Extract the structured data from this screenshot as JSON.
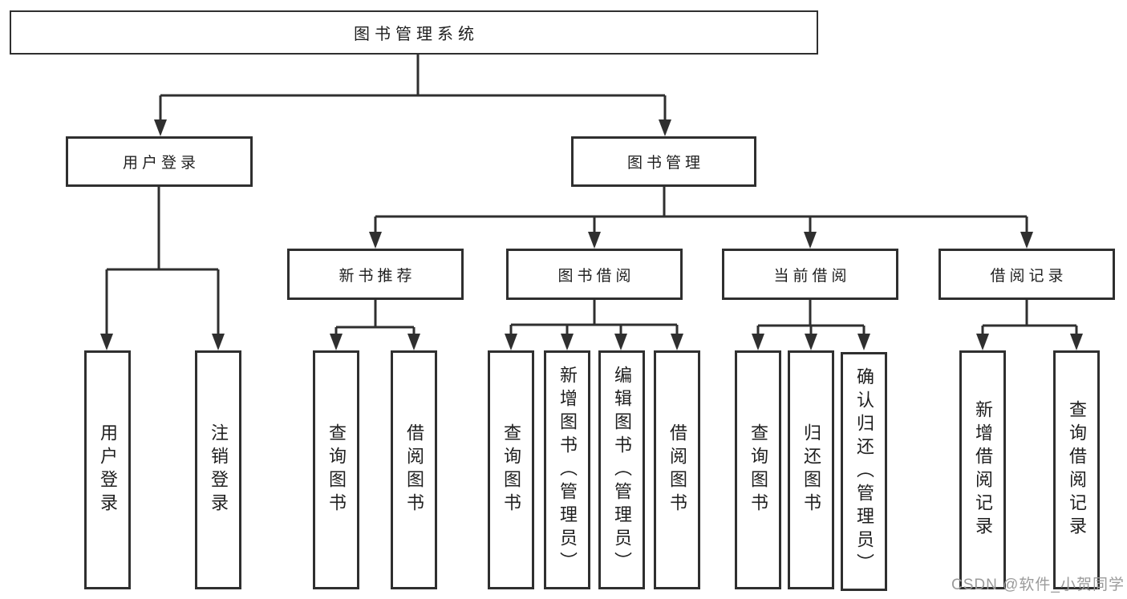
{
  "tree": {
    "root": {
      "label": "图书管理系统"
    },
    "branches": [
      {
        "label": "用户登录",
        "children": [
          {
            "label": "用户登录"
          },
          {
            "label": "注销登录"
          }
        ]
      },
      {
        "label": "图书管理",
        "children": [
          {
            "label": "新书推荐",
            "children": [
              {
                "label": "查询图书"
              },
              {
                "label": "借阅图书"
              }
            ]
          },
          {
            "label": "图书借阅",
            "children": [
              {
                "label": "查询图书"
              },
              {
                "label": "新增图书（管理员）"
              },
              {
                "label": "编辑图书（管理员）"
              },
              {
                "label": "借阅图书"
              }
            ]
          },
          {
            "label": "当前借阅",
            "children": [
              {
                "label": "查询图书"
              },
              {
                "label": "归还图书"
              },
              {
                "label": "确认归还（管理员）"
              }
            ]
          },
          {
            "label": "借阅记录",
            "children": [
              {
                "label": "新增借阅记录"
              },
              {
                "label": "查询借阅记录"
              }
            ]
          }
        ]
      }
    ]
  },
  "watermark": {
    "text": "CSDN @软件_小贺同学"
  },
  "colors": {
    "line": "#2f2f2f",
    "text": "#1f1f1f",
    "watermark": "#9b9b9b",
    "background": "#ffffff"
  }
}
